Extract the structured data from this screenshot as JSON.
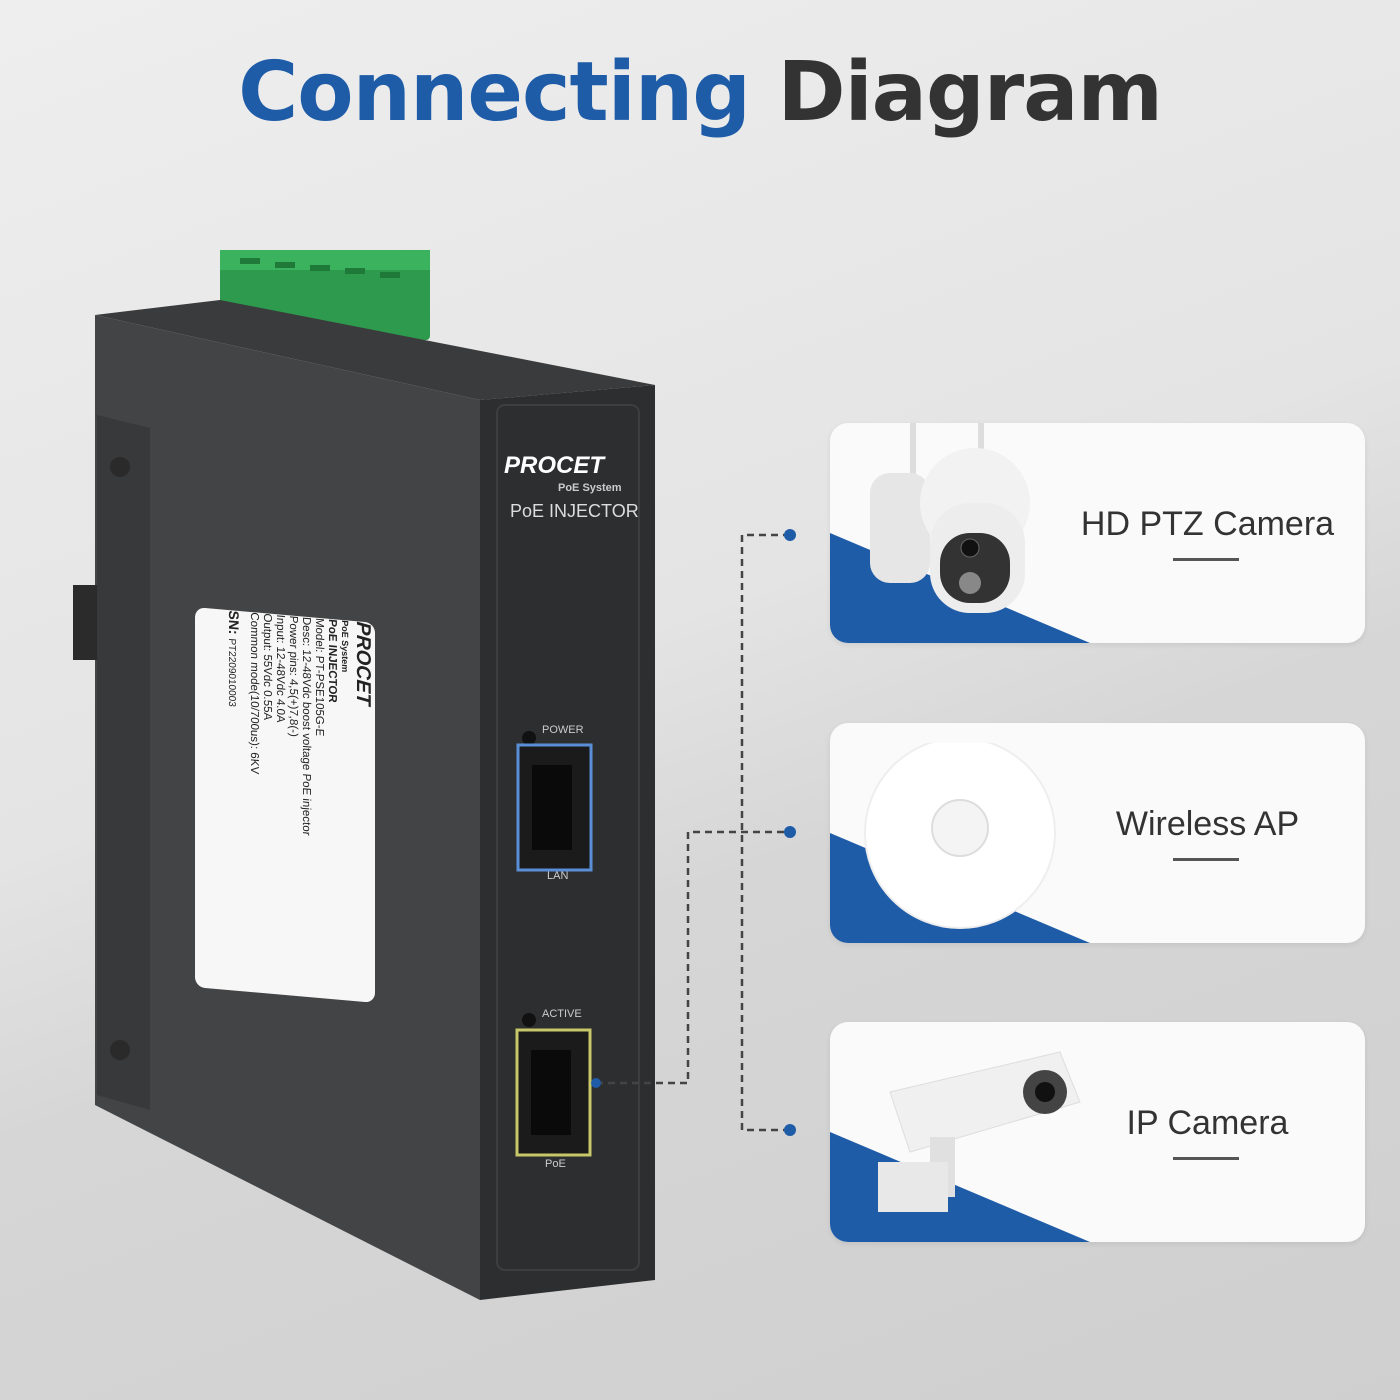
{
  "title": {
    "part1": "Connecting",
    "part2": "Diagram",
    "accent_color": "#1f5ca8"
  },
  "device": {
    "brand": "PROCET",
    "brand_sub": "PoE System",
    "name": "PoE INJECTOR",
    "ports": {
      "power_led": "POWER",
      "lan": "LAN",
      "active_led": "ACTIVE",
      "poe": "PoE"
    },
    "label": {
      "brand": "PROCET",
      "brand_sub": "PoE System",
      "name": "PoE INJECTOR",
      "lines": [
        "Model: PT-PSE105G-E",
        "Desc: 12-48Vdc boost voltage PoE injector",
        "Power pins: 4,5(+)7,8(-)",
        "Input: 12-48Vdc 4.0A",
        "Output: 55Vdc 0.55A",
        "Common mode(10/700us): 6KV"
      ],
      "sn_label": "SN:",
      "serial": "PT2209010003"
    }
  },
  "devices": [
    {
      "label": "HD PTZ Camera",
      "icon": "ptz-camera"
    },
    {
      "label": "Wireless AP",
      "icon": "wireless-ap"
    },
    {
      "label": "IP Camera",
      "icon": "ip-camera"
    }
  ]
}
